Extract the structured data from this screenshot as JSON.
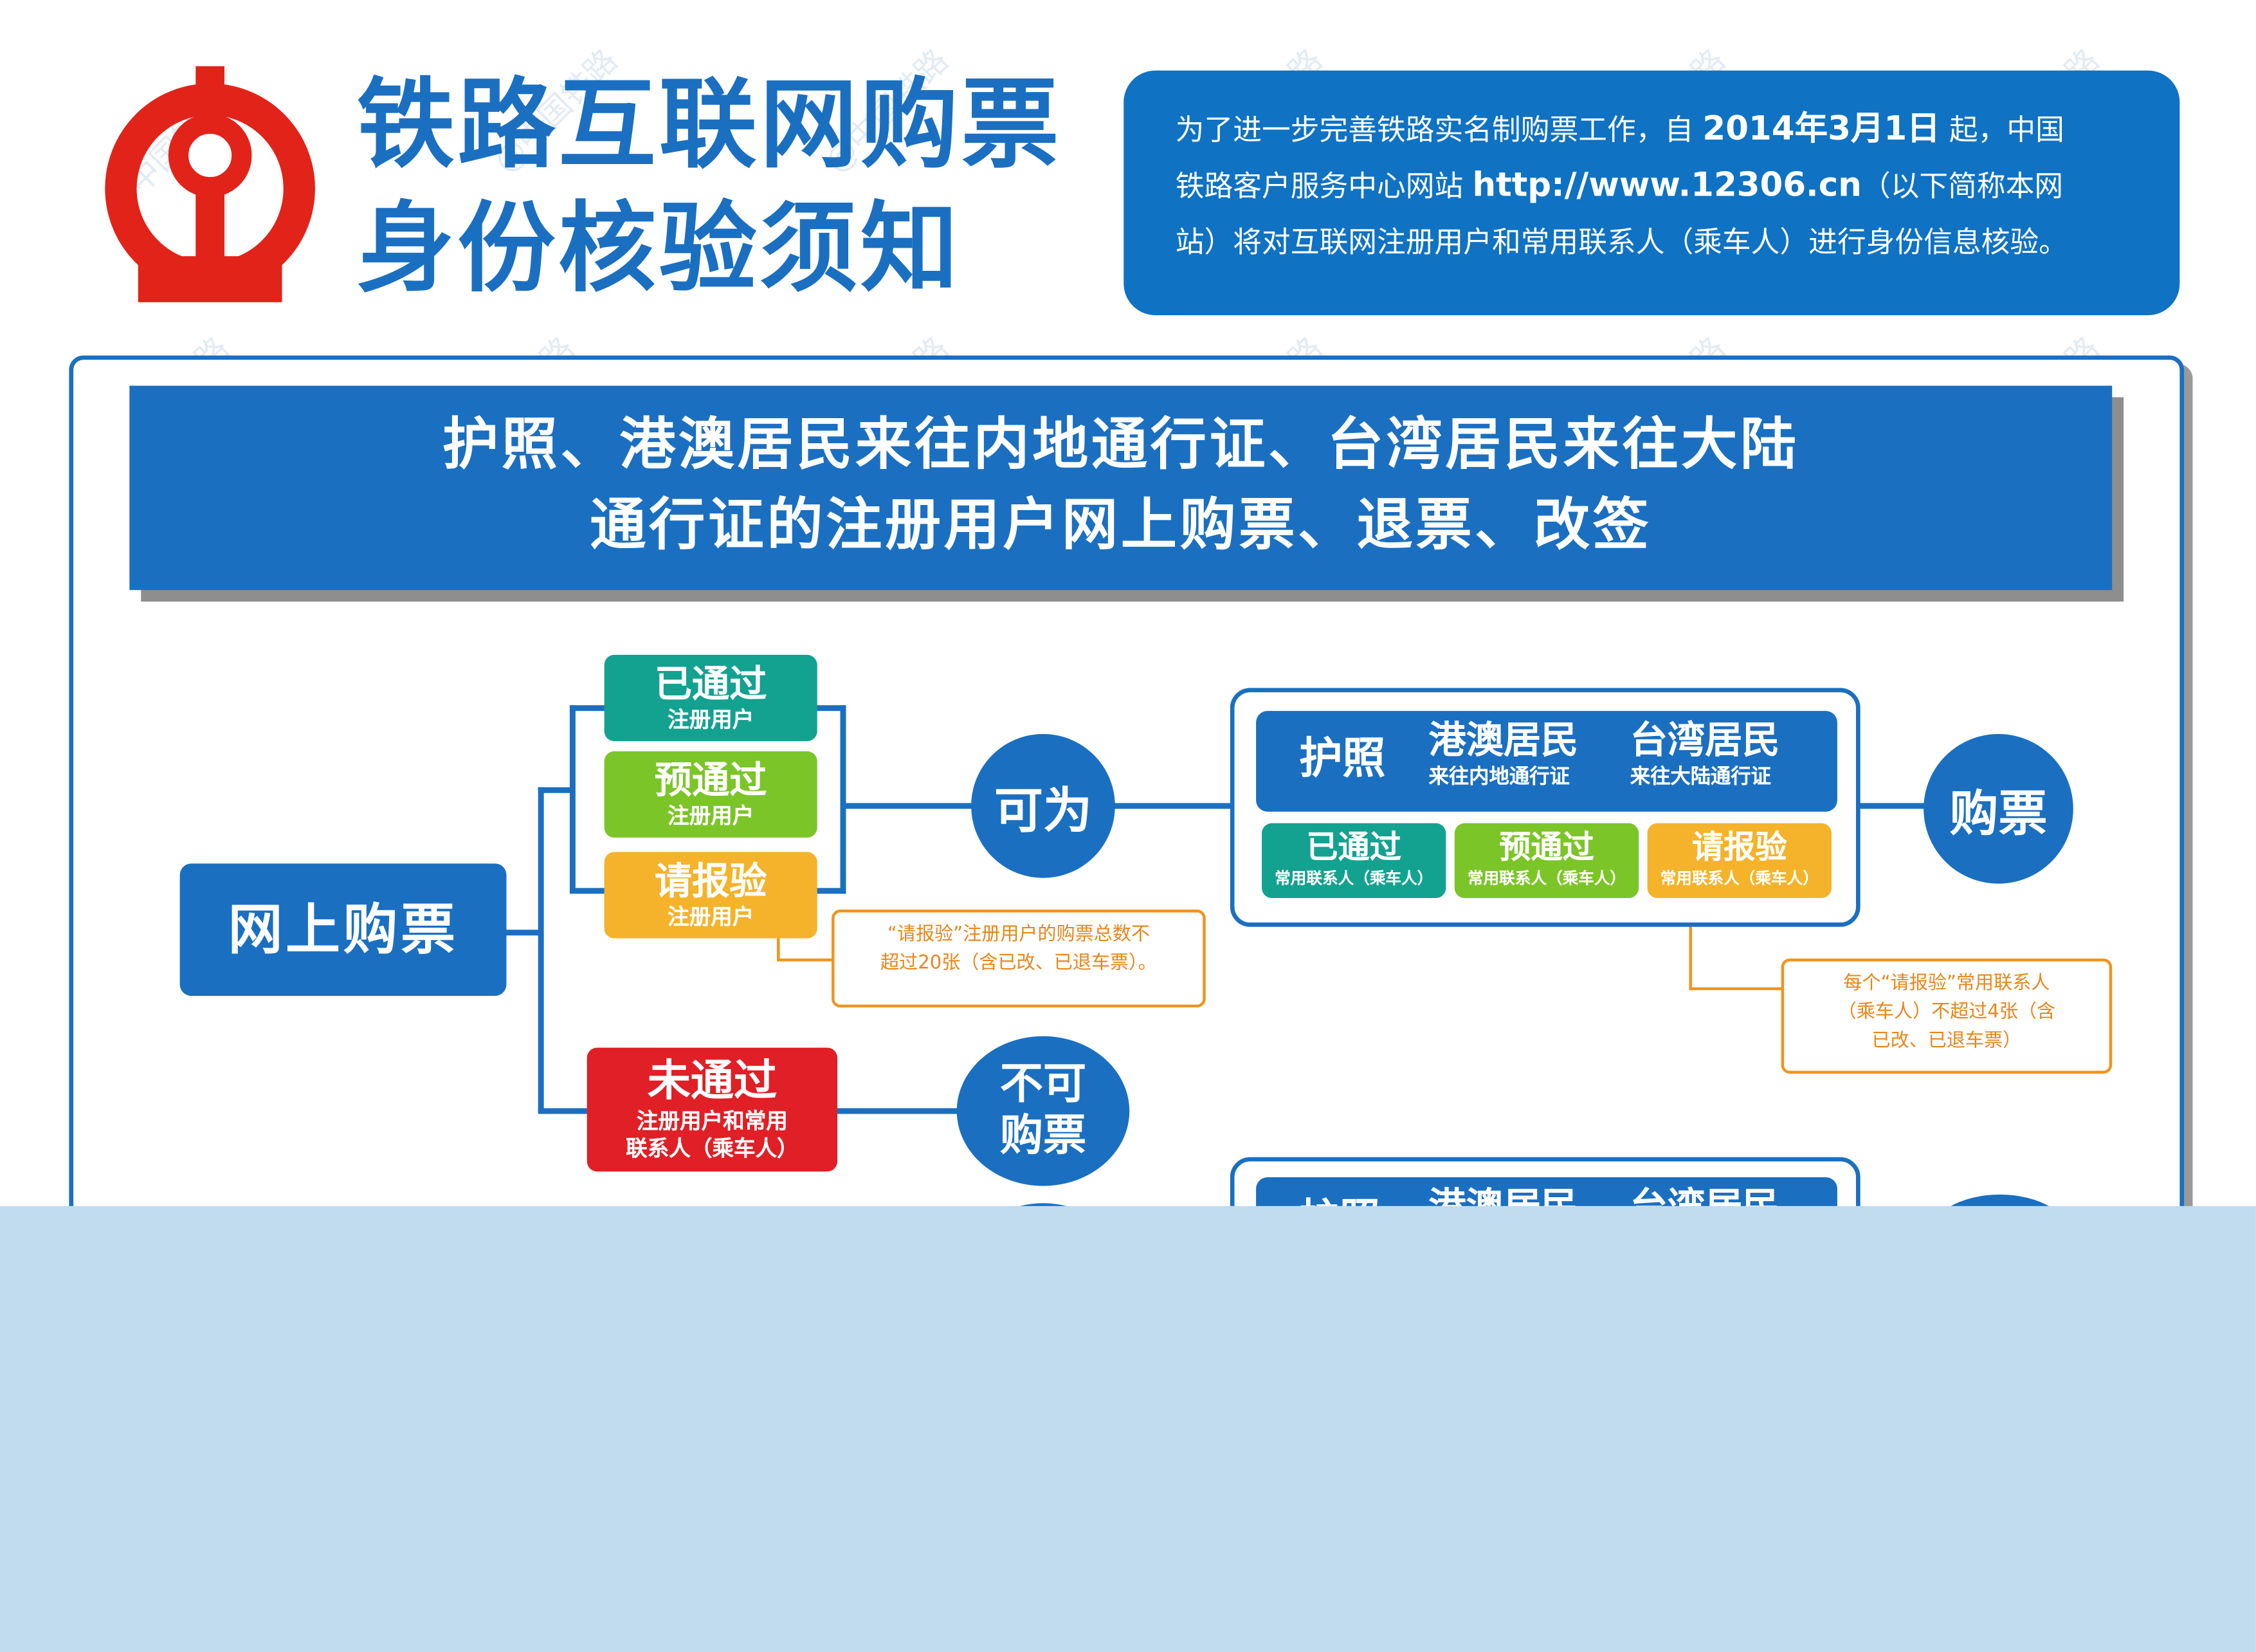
{
  "title": {
    "line1": "铁路互联网购票",
    "line2": "身份核验须知"
  },
  "intro": {
    "text1": "为了进一步完善铁路实名制购票工作，自 ",
    "date": "2014年3月1日",
    "text2": " 起，中国",
    "text3": "铁路客户服务中心网站 ",
    "url": "http://www.12306.cn",
    "text4": "（以下简称本网",
    "text5": "站）将对互联网注册用户和常用联系人（乘车人）进行身份信息核验。"
  },
  "banner": {
    "line1": "护照、港澳居民来往内地通行证、台湾居民来往大陆",
    "line2": "通行证的注册用户网上购票、退票、改签"
  },
  "flow": {
    "start": "网上购票",
    "status_passed": {
      "title": "已通过",
      "sub": "注册用户"
    },
    "status_pre": {
      "title": "预通过",
      "sub": "注册用户"
    },
    "status_verify": {
      "title": "请报验",
      "sub": "注册用户"
    },
    "status_failed": {
      "title": "未通过",
      "sub1": "注册用户和常用",
      "sub2": "联系人（乘车人）"
    },
    "can": "可为",
    "cannot1": "不可",
    "cannot2": "购票",
    "buy": "购票",
    "doc_passport": "护照",
    "doc_hk_title": "港澳居民",
    "doc_hk_sub": "来往内地通行证",
    "doc_tw_title": "台湾居民",
    "doc_tw_sub": "来往大陆通行证",
    "contact_passed": {
      "title": "已通过",
      "sub": "常用联系人（乘车人）"
    },
    "contact_pre": {
      "title": "预通过",
      "sub": "常用联系人（乘车人）"
    },
    "contact_verify": {
      "title": "请报验",
      "sub": "常用联系人（乘车人）"
    },
    "note_user1": "“请报验”注册用户的购票总数不",
    "note_user2": "超过20张（含已改、已退车票）。",
    "note_contact1": "每个“请报验”常用联系人",
    "note_contact2": "（乘车人）不超过4张（含",
    "note_contact3": "已改、已退车票）",
    "partial_doc": "护照",
    "partial_hk": "港澳居民",
    "partial_tw": "台湾居民"
  },
  "watermark": "@中国铁路",
  "colors": {
    "brand_blue": "#1b6fc1",
    "teal": "#13a290",
    "green": "#7cc528",
    "yellow": "#f4b32a",
    "red": "#e01f26",
    "orange": "#f0941e",
    "logo_red": "#e2231a",
    "overlay": "#c1dcef"
  },
  "icons": {
    "logo": "china-railway-logo"
  }
}
